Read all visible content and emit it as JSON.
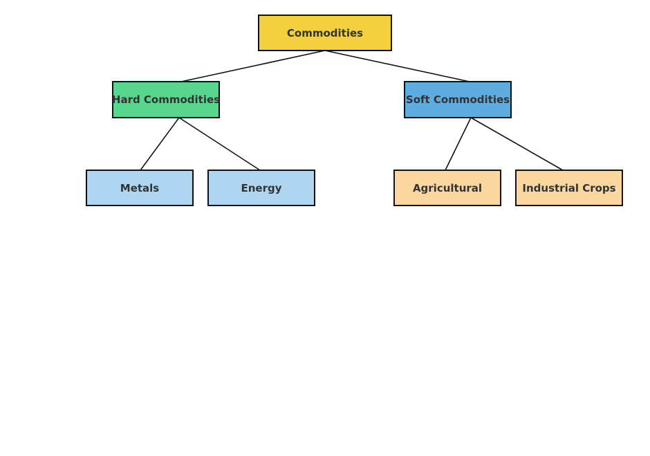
{
  "diagram": {
    "root": {
      "label": "Commodities",
      "color": "#f4d03f"
    },
    "hard": {
      "label": "Hard Commodities",
      "color": "#58d68d"
    },
    "soft": {
      "label": "Soft Commodities",
      "color": "#5dade2"
    },
    "metals": {
      "label": "Metals",
      "color": "#aed6f1"
    },
    "energy": {
      "label": "Energy",
      "color": "#aed6f1"
    },
    "agricultural": {
      "label": "Agricultural",
      "color": "#fad7a0"
    },
    "industrial_crops": {
      "label": "Industrial Crops",
      "color": "#fad7a0"
    }
  }
}
